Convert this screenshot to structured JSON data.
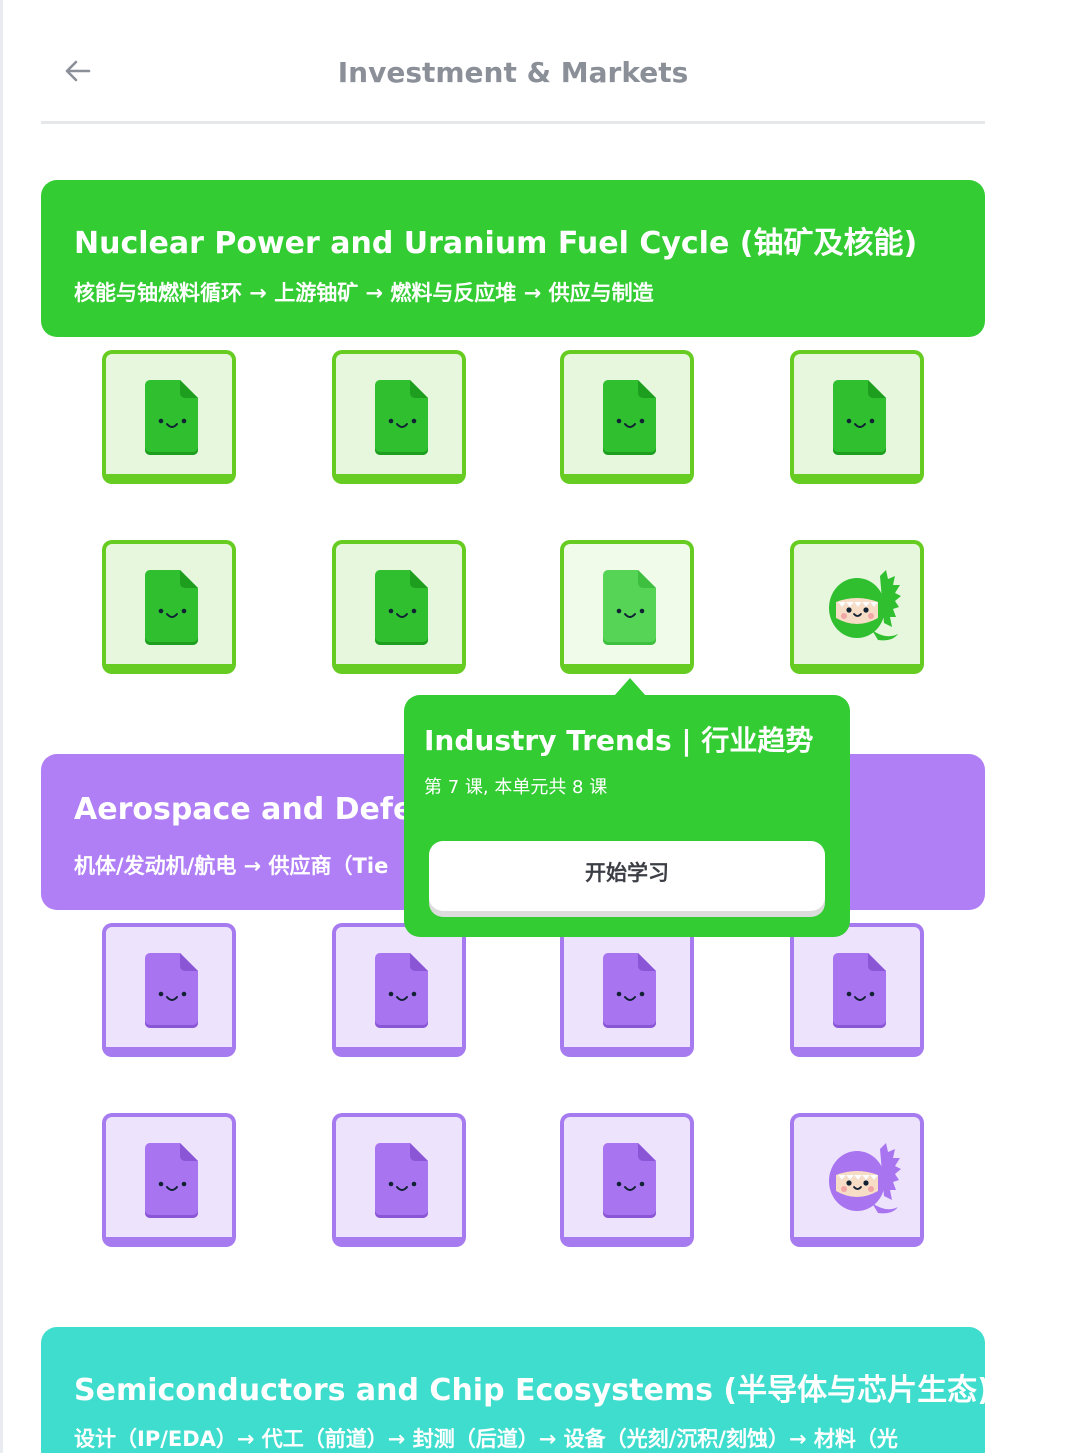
{
  "header": {
    "title": "Investment & Markets",
    "back_icon": "arrow-left-icon"
  },
  "units": [
    {
      "title": "Nuclear Power and Uranium Fuel Cycle (铀矿及核能)",
      "subtitle": "核能与铀燃料循环 → 上游铀矿 → 燃料与反应堆 → 供应与制造",
      "color": "#33cc33",
      "lesson_icon": "document-face-icon",
      "review_icon": "dino-mascot-icon"
    },
    {
      "title": "Aerospace and Defense",
      "subtitle": "机体/发动机/航电 → 供应商（Tie",
      "color": "#b07ff5",
      "lesson_icon": "document-face-icon",
      "review_icon": "dino-mascot-icon"
    },
    {
      "title": "Semiconductors and Chip Ecosystems (半导体与芯片生态)",
      "subtitle": "设计（IP/EDA）→ 代工（前道）→ 封测（后道）→ 设备（光刻/沉积/刻蚀）→ 材料（光",
      "color": "#3fddcd"
    }
  ],
  "popover": {
    "title": "Industry Trends | 行业趋势",
    "subtitle": "第 7 课, 本单元共 8 课",
    "button_label": "开始学习"
  }
}
